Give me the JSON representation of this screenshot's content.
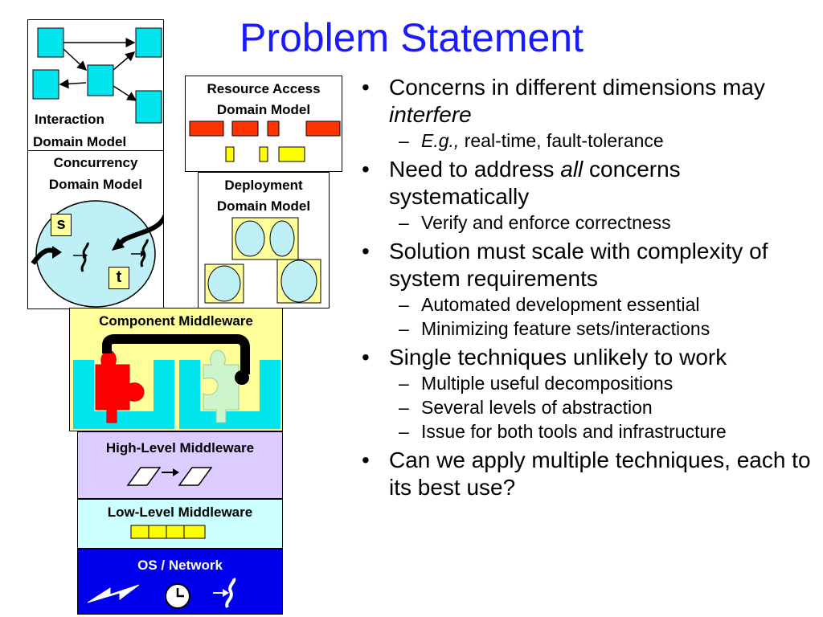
{
  "slide": {
    "title": "Problem Statement"
  },
  "diagrams": {
    "interaction": {
      "line1": "Interaction",
      "line2": "Domain Model"
    },
    "concurrency": {
      "line1": "Concurrency",
      "line2": "Domain Model",
      "s_label": "s",
      "t_label": "t"
    },
    "resource": {
      "line1": "Resource Access",
      "line2": "Domain Model"
    },
    "deployment": {
      "line1": "Deployment",
      "line2": "Domain Model"
    }
  },
  "layers": {
    "component": "Component Middleware",
    "high": "High-Level Middleware",
    "low": "Low-Level Middleware",
    "os": "OS / Network"
  },
  "bullets": {
    "b1_pre": "Concerns in different dimensions may ",
    "b1_em": "interfere",
    "b1_s1_em": "E.g.,",
    "b1_s1_rest": " real-time, fault-tolerance",
    "b2_pre": "Need to address ",
    "b2_em": "all",
    "b2_post": " concerns systematically",
    "b2_s1": "Verify and enforce correctness",
    "b3": "Solution must scale with complexity of system requirements",
    "b3_s1": "Automated development essential",
    "b3_s2": "Minimizing feature sets/interactions",
    "b4": "Single techniques unlikely to work",
    "b4_s1": "Multiple useful decompositions",
    "b4_s2": "Several levels of abstraction",
    "b4_s3": "Issue for both tools and infrastructure",
    "b5": "Can we apply multiple techniques, each to its best use?"
  },
  "colors": {
    "title": "#1a1aff",
    "cyan": "#00e5ee",
    "red": "#ff2200",
    "yellow": "#ffff00",
    "pale_yellow": "#ffff99",
    "lavender": "#ddccff",
    "light_cyan": "#ccffff",
    "os_blue": "#0000ee",
    "circle": "#bff0f5"
  }
}
